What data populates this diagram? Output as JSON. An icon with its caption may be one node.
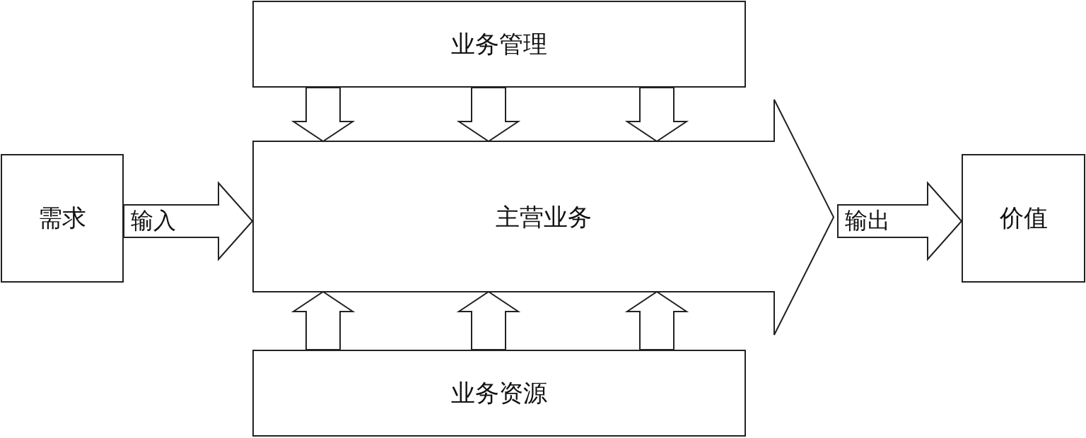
{
  "diagram": {
    "nodes": [
      {
        "text": [
          "业务管理"
        ]
      },
      {
        "text": [
          "主营业务"
        ]
      },
      {
        "text": [
          "需求"
        ]
      },
      {
        "text": [
          "价值"
        ]
      },
      {
        "text": [
          "业务资源"
        ]
      }
    ],
    "edges": [
      {
        "from": 2,
        "to": 1,
        "arrow": "to",
        "label": "输入"
      },
      {
        "from": 1,
        "to": 3,
        "arrow": "to",
        "label": "输出"
      },
      {
        "from": 0,
        "to": 1,
        "arrow": "to"
      },
      {
        "from": 0,
        "to": 1,
        "arrow": "to"
      },
      {
        "from": 0,
        "to": 1,
        "arrow": "to"
      },
      {
        "from": 4,
        "to": 1,
        "arrow": "to"
      },
      {
        "from": 4,
        "to": 1,
        "arrow": "to"
      },
      {
        "from": 4,
        "to": 1,
        "arrow": "to"
      }
    ]
  }
}
